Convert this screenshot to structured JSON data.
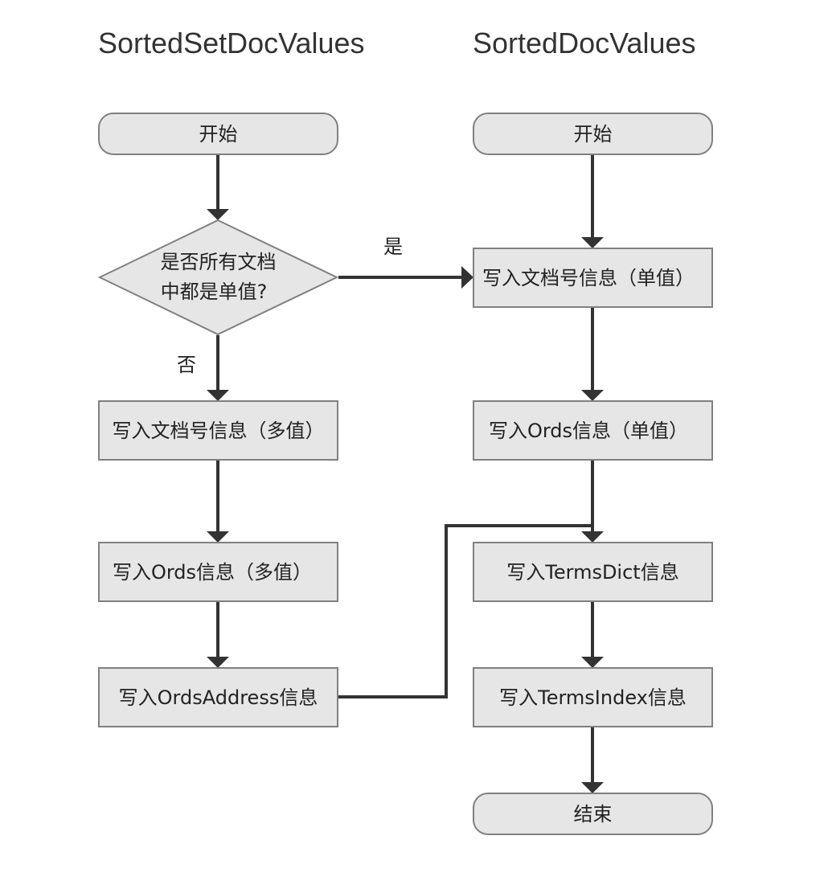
{
  "titles": {
    "left": "SortedSetDocValues",
    "right": "SortedDocValues"
  },
  "left": {
    "start": "开始",
    "decision_line1": "是否所有文档",
    "decision_line2": "中都是单值?",
    "no_label": "否",
    "write_docs_multi": "写入文档号信息（多值）",
    "write_ords_multi": "写入Ords信息（多值）",
    "write_ords_address": "写入OrdsAddress信息"
  },
  "yes_label": "是",
  "right": {
    "start": "开始",
    "write_docs_single": "写入文档号信息（单值）",
    "write_ords_single": "写入Ords信息（单值）",
    "write_terms_dict": "写入TermsDict信息",
    "write_terms_index": "写入TermsIndex信息",
    "end": "结束"
  },
  "colors": {
    "node_fill": "#e6e6e6",
    "node_stroke": "#808080",
    "edge": "#333333"
  }
}
